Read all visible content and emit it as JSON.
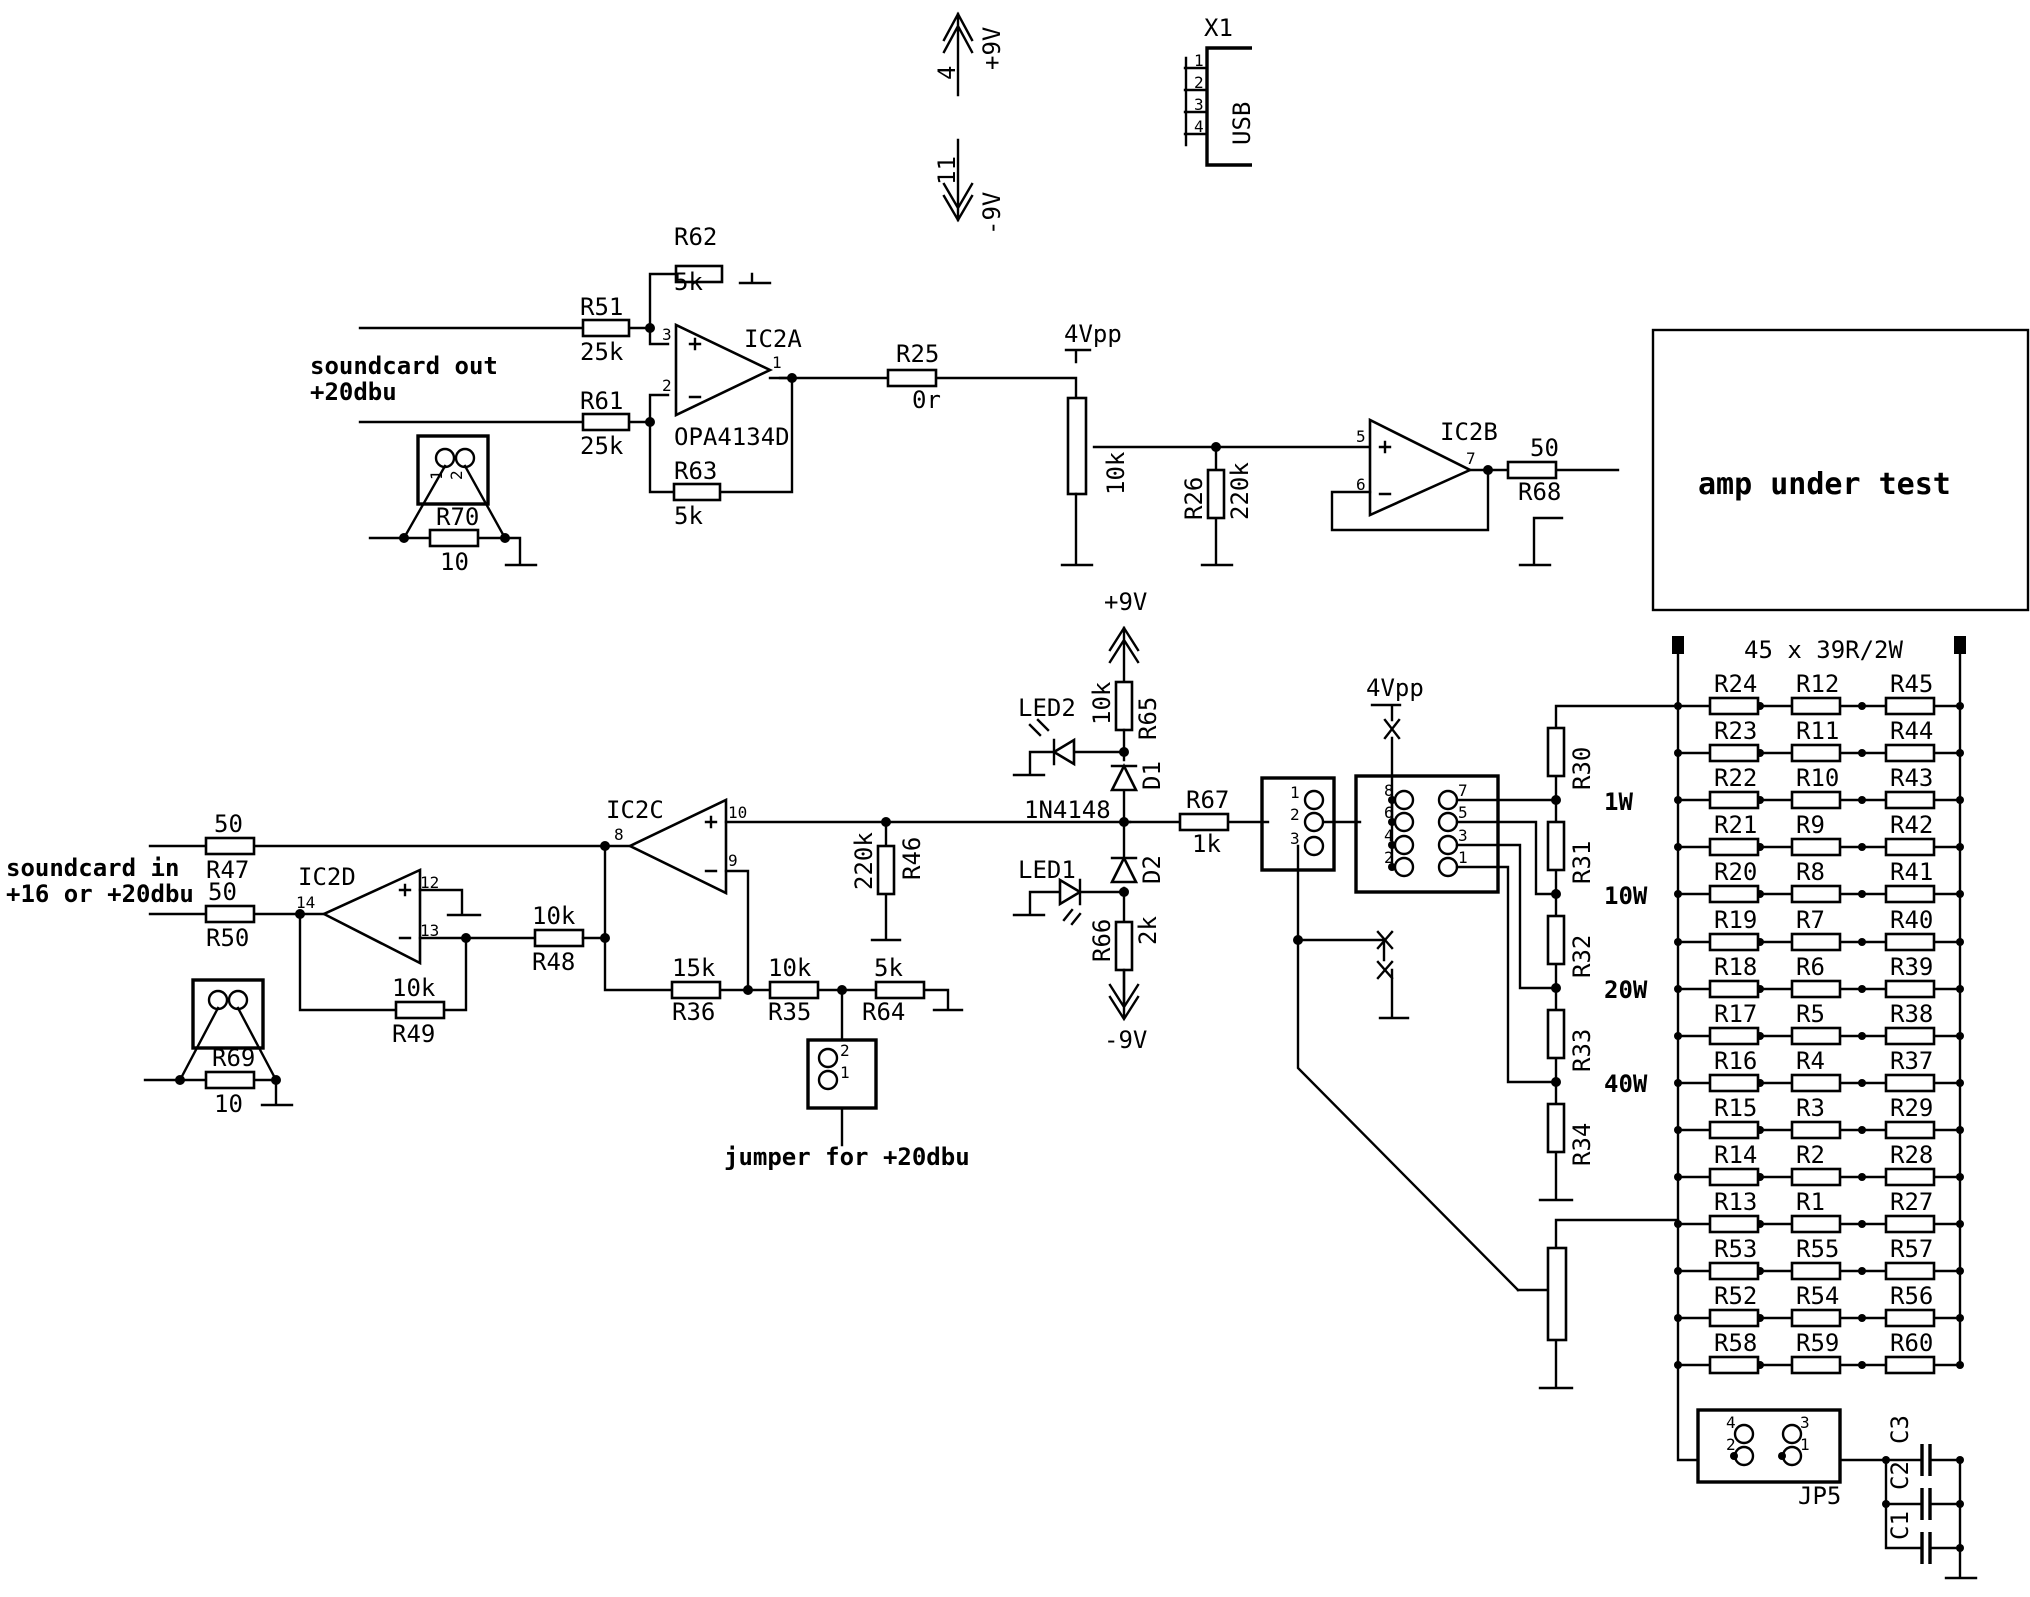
{
  "supplies": {
    "pos_pin": "4",
    "pos_label": "+9V",
    "neg_pin": "11",
    "neg_label": "-9V"
  },
  "usb": {
    "ref": "X1",
    "label": "USB",
    "pins": [
      "1",
      "2",
      "3",
      "4"
    ]
  },
  "output_stage": {
    "input_label_1": "soundcard out",
    "input_label_2": "+20dbu",
    "R51": {
      "ref": "R51",
      "value": "25k"
    },
    "R61": {
      "ref": "R61",
      "value": "25k"
    },
    "R62": {
      "ref": "R62",
      "value": "5k"
    },
    "R63": {
      "ref": "R63",
      "value": "5k"
    },
    "R70": {
      "ref": "R70",
      "value": "10"
    },
    "IC2A": {
      "ref": "IC2A",
      "part": "OPA4134D",
      "pin_plus": "3",
      "pin_minus": "2",
      "pin_out": "1"
    },
    "R25": {
      "ref": "R25",
      "value": "0r"
    },
    "level_label": "4Vpp",
    "pot_value": "10k",
    "R26": {
      "ref": "R26",
      "value": "220k"
    },
    "IC2B": {
      "ref": "IC2B",
      "pin_plus": "5",
      "pin_minus": "6",
      "pin_out": "7"
    },
    "R68": {
      "ref": "R68",
      "value": "50"
    },
    "box_label": "amp under test"
  },
  "input_stage": {
    "input_label_1": "soundcard in",
    "input_label_2": "+16 or +20dbu",
    "R47": {
      "ref": "R47",
      "value": "50"
    },
    "R50": {
      "ref": "R50",
      "value": "50"
    },
    "R69": {
      "ref": "R69",
      "value": "10"
    },
    "IC2D": {
      "ref": "IC2D",
      "pin_plus": "12",
      "pin_minus": "13",
      "pin_out": "14"
    },
    "R49": {
      "ref": "R49",
      "value": "10k"
    },
    "R48": {
      "ref": "R48",
      "value": "10k"
    },
    "IC2C": {
      "ref": "IC2C",
      "pin_plus": "10",
      "pin_minus": "9",
      "pin_out": "8"
    },
    "R36": {
      "ref": "R36",
      "value": "15k"
    },
    "R35": {
      "ref": "R35",
      "value": "10k"
    },
    "R64": {
      "ref": "R64",
      "value": "5k"
    },
    "jumper_label": "jumper for +20dbu",
    "R46": {
      "ref": "R46",
      "value": "220k"
    },
    "R65": {
      "ref": "R65",
      "value": "10k"
    },
    "R66": {
      "ref": "R66",
      "value": "2k"
    },
    "R67": {
      "ref": "R67",
      "value": "1k"
    },
    "D1": "D1",
    "D2": "D2",
    "LED1": "LED1",
    "LED2": "LED2",
    "diode_part": "1N4148",
    "pos_rail": "+9V",
    "neg_rail": "-9V",
    "level_label": "4Vpp"
  },
  "load_bank": {
    "title": "45 x 39R/2W",
    "col1": [
      "R24",
      "R23",
      "R22",
      "R21",
      "R20",
      "R19",
      "R18",
      "R17",
      "R16",
      "R15",
      "R14",
      "R13",
      "R53",
      "R52",
      "R58"
    ],
    "col2": [
      "R12",
      "R11",
      "R10",
      "R9",
      "R8",
      "R7",
      "R6",
      "R5",
      "R4",
      "R3",
      "R2",
      "R1",
      "R55",
      "R54",
      "R59"
    ],
    "col3": [
      "R45",
      "R44",
      "R43",
      "R42",
      "R41",
      "R40",
      "R39",
      "R38",
      "R37",
      "R29",
      "R28",
      "R27",
      "R57",
      "R56",
      "R60"
    ],
    "divider": [
      "R30",
      "R31",
      "R32",
      "R33",
      "R34"
    ],
    "power_labels": [
      "1W",
      "10W",
      "20W",
      "40W"
    ],
    "jp5": {
      "ref": "JP5",
      "pins": [
        "4",
        "2",
        "3",
        "1"
      ]
    },
    "caps": [
      "C3",
      "C2",
      "C1"
    ]
  }
}
